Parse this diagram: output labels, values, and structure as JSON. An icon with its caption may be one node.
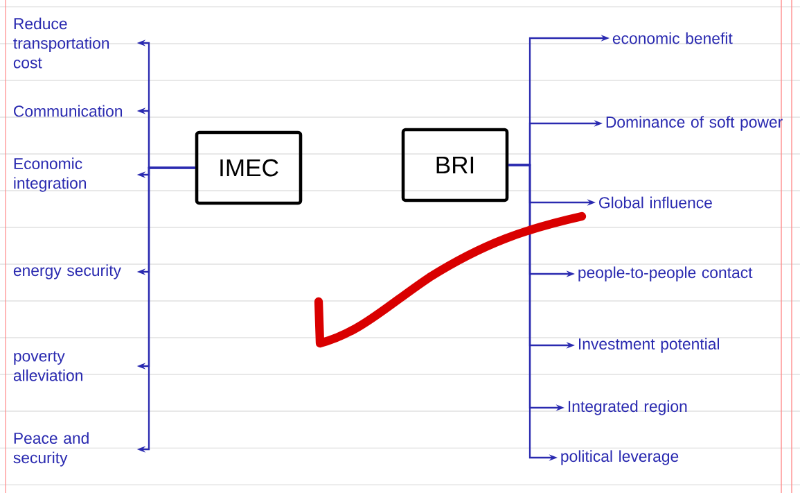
{
  "diagram": {
    "nodes": [
      {
        "text": [
          "IMEC"
        ]
      },
      {
        "text": [
          "Reduce transportation cost"
        ]
      },
      {
        "text": [
          "Communication"
        ]
      },
      {
        "text": [
          "Economic integration"
        ]
      },
      {
        "text": [
          "energy security"
        ]
      },
      {
        "text": [
          "poverty alleviation"
        ]
      },
      {
        "text": [
          "Peace and security"
        ]
      },
      {
        "text": [
          "BRI"
        ]
      },
      {
        "text": [
          "economic benefit"
        ]
      },
      {
        "text": [
          "Dominance of soft power"
        ]
      },
      {
        "text": [
          "Global influence"
        ]
      },
      {
        "text": [
          "people-to-people contact"
        ]
      },
      {
        "text": [
          "Investment potential"
        ]
      },
      {
        "text": [
          "Integrated region"
        ]
      },
      {
        "text": [
          "political leverage"
        ]
      }
    ],
    "edges": [
      {
        "from": 0,
        "to": 1,
        "arrow": "to"
      },
      {
        "from": 0,
        "to": 2,
        "arrow": "to"
      },
      {
        "from": 0,
        "to": 3,
        "arrow": "to"
      },
      {
        "from": 0,
        "to": 4,
        "arrow": "to"
      },
      {
        "from": 0,
        "to": 5,
        "arrow": "to"
      },
      {
        "from": 0,
        "to": 6,
        "arrow": "to"
      },
      {
        "from": 7,
        "to": 8,
        "arrow": "to"
      },
      {
        "from": 7,
        "to": 9,
        "arrow": "to"
      },
      {
        "from": 7,
        "to": 10,
        "arrow": "to"
      },
      {
        "from": 7,
        "to": 11,
        "arrow": "to"
      },
      {
        "from": 7,
        "to": 12,
        "arrow": "to"
      },
      {
        "from": 7,
        "to": 13,
        "arrow": "to"
      },
      {
        "from": 7,
        "to": 14,
        "arrow": "to"
      }
    ]
  }
}
